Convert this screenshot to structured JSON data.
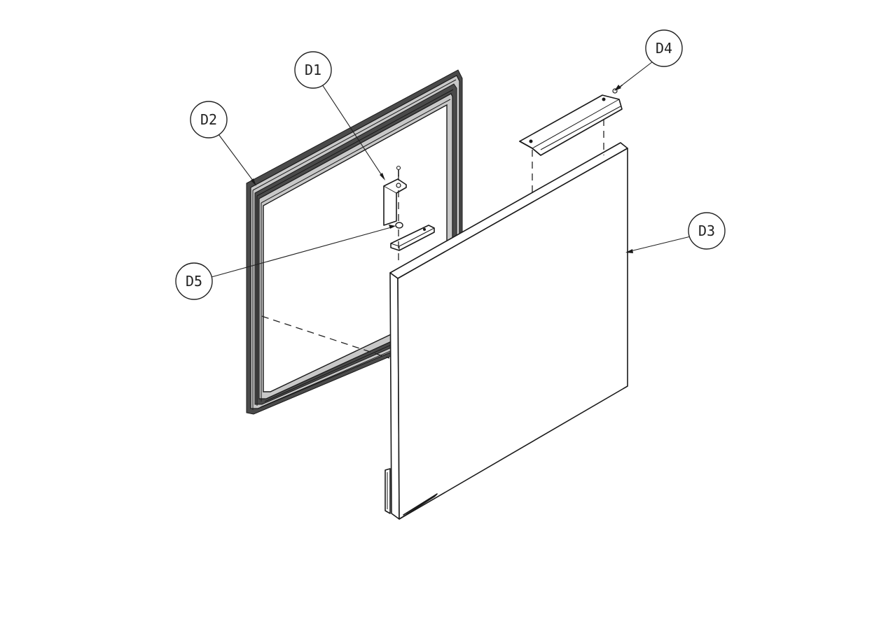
{
  "callouts": [
    {
      "id": "D1",
      "label": "D1"
    },
    {
      "id": "D2",
      "label": "D2"
    },
    {
      "id": "D3",
      "label": "D3"
    },
    {
      "id": "D4",
      "label": "D4"
    },
    {
      "id": "D5",
      "label": "D5"
    }
  ],
  "colors": {
    "line": "#1a1a1a",
    "frame_shade": "#c8c8c8",
    "background": "#ffffff"
  }
}
